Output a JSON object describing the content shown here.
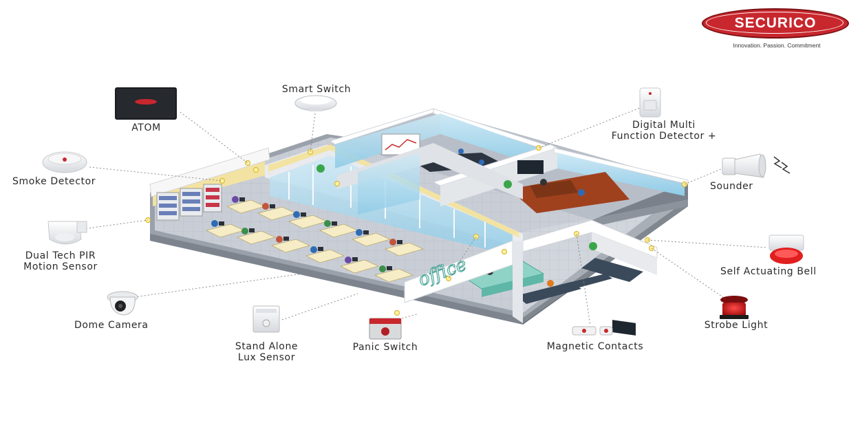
{
  "brand": {
    "name": "SECURICO",
    "tagline": "Innovation. Passion. Commitment",
    "color": "#c8272d"
  },
  "scene": {
    "sign": "office"
  },
  "devices": [
    {
      "id": "atom",
      "name": "ATOM",
      "icon": "atom-hub-icon"
    },
    {
      "id": "smart_switch",
      "name": "Smart Switch",
      "icon": "smart-switch-icon"
    },
    {
      "id": "smoke",
      "name": "Smoke Detector",
      "icon": "smoke-detector-icon"
    },
    {
      "id": "pir",
      "name_line1": "Dual Tech PIR",
      "name_line2": "Motion Sensor",
      "icon": "pir-sensor-icon"
    },
    {
      "id": "dome",
      "name": "Dome Camera",
      "icon": "dome-camera-icon"
    },
    {
      "id": "lux",
      "name_line1": "Stand Alone",
      "name_line2": "Lux Sensor",
      "icon": "lux-sensor-icon"
    },
    {
      "id": "panic",
      "name": "Panic Switch",
      "icon": "panic-switch-icon"
    },
    {
      "id": "magnetic",
      "name": "Magnetic Contacts",
      "icon": "magnetic-contact-icon"
    },
    {
      "id": "strobe",
      "name": "Strobe Light",
      "icon": "strobe-light-icon"
    },
    {
      "id": "bell",
      "name": "Self Actuating Bell",
      "icon": "bell-icon"
    },
    {
      "id": "sounder",
      "name": "Sounder",
      "icon": "sounder-icon"
    },
    {
      "id": "dmfd",
      "name_line1": "Digital Multi",
      "name_line2": "Function Detector +",
      "icon": "multi-detector-icon"
    }
  ]
}
